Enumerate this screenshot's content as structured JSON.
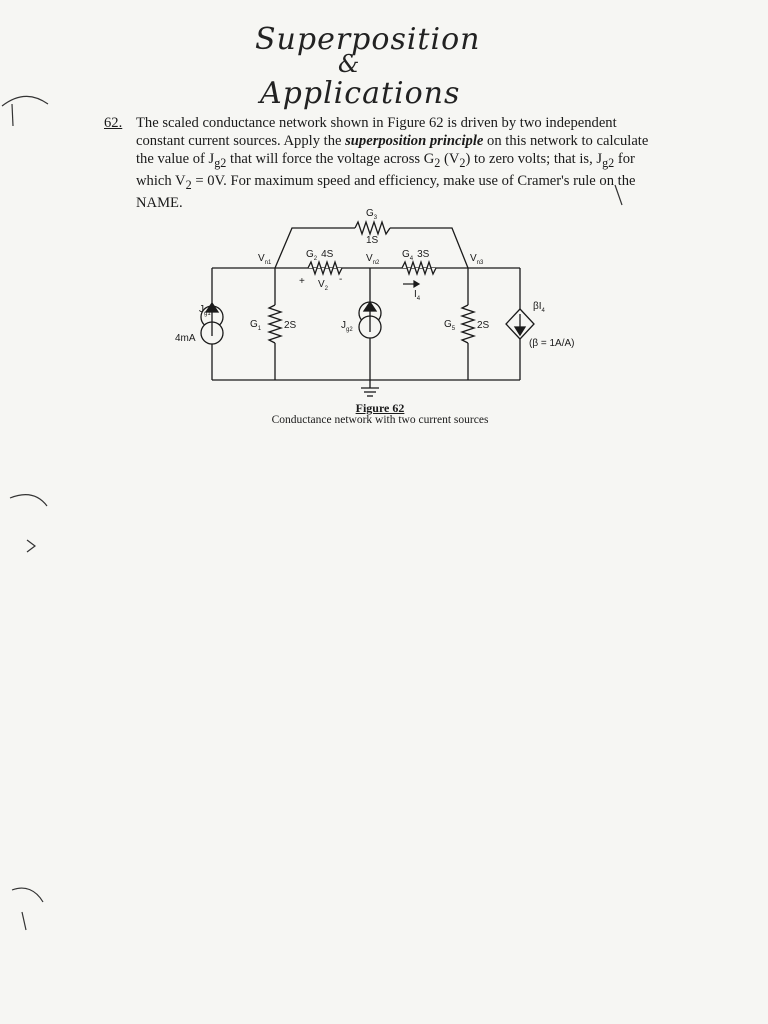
{
  "header": {
    "line1": "Superposition",
    "amp": "&",
    "line2": "Applications"
  },
  "problem": {
    "number": "62.",
    "text_1": "The scaled conductance network shown in Figure 62 is driven by two independent constant current sources. Apply the ",
    "emphasis": "superposition principle",
    "text_2": " on this network to calculate the value of J",
    "text_2_sub": "g2",
    "text_3": " that will force the voltage across G",
    "text_3_sub": "2",
    "text_4": " (V",
    "text_4_sub": "2",
    "text_5": ") to zero volts; that is, J",
    "text_5_sub": "g2",
    "text_6": " for which V",
    "text_6_sub": "2",
    "text_7": " = 0V. For maximum speed and efficiency, make use of Cramer's rule on the NAME."
  },
  "circuit": {
    "g3": "G",
    "g3_sub": "3",
    "g3_value": "1S",
    "vn1": "V",
    "vn1_sub": "n1",
    "g2": "G",
    "g2_sub": "2",
    "g2_value": "4S",
    "vn2": "V",
    "vn2_sub": "n2",
    "g4": "G",
    "g4_sub": "4",
    "g4_value": "3S",
    "vn3": "V",
    "vn3_sub": "n3",
    "v2_plus": "+",
    "v2": "V",
    "v2_sub": "2",
    "v2_minus": "-",
    "i4": "I",
    "i4_sub": "4",
    "jg1": "J",
    "jg1_sub": "g1",
    "jg1_value": "4mA",
    "g1": "G",
    "g1_sub": "1",
    "g1_value": "2S",
    "jg2": "J",
    "jg2_sub": "g2",
    "g5": "G",
    "g5_sub": "5",
    "g5_value": "2S",
    "dep_label": "βI",
    "dep_sub": "4",
    "beta_note": "(β = 1A/A)"
  },
  "figure": {
    "title": "Figure 62",
    "caption": "Conductance network with two current sources"
  }
}
